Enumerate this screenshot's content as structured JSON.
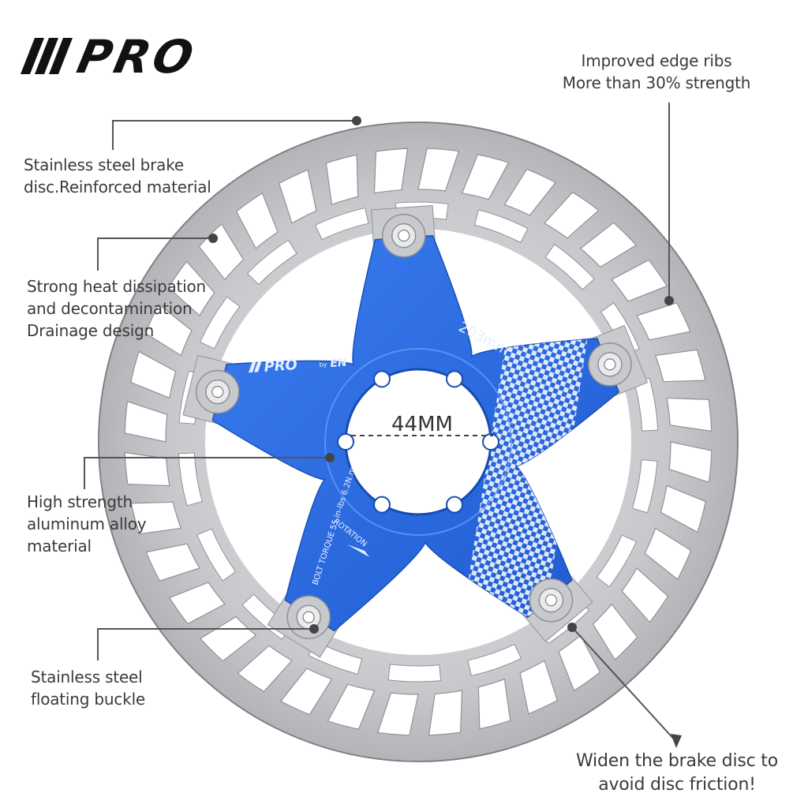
{
  "logo": {
    "text": "PRO"
  },
  "hub_logo": {
    "brand": "PRO",
    "by": "by",
    "maker": "EN"
  },
  "disc": {
    "size_text": "203mm",
    "center_text": "44MM",
    "torque_text": "BOLT TORQUE 55 in-lbs 6.2N.m",
    "rotation_text": "ROTATION"
  },
  "colors": {
    "spider": "#2f6fe0",
    "steel": "#cdced0",
    "steel_edge": "#9c9ea2",
    "text": "#3a3a3a",
    "leader": "#555555"
  },
  "callouts": {
    "stainless_material": [
      "Stainless steel brake",
      "disc.Reinforced material"
    ],
    "heat_dissipation": [
      "Strong heat dissipation",
      "and decontamination",
      "Drainage design"
    ],
    "aluminum": [
      "High strength",
      "aluminum alloy",
      "material"
    ],
    "floating_buckle": [
      "Stainless steel",
      "floating buckle"
    ],
    "edge_ribs": [
      "Improved edge ribs",
      "More than 30% strength"
    ],
    "widen_disc": [
      "Widen the brake disc to",
      "avoid disc friction!"
    ]
  }
}
